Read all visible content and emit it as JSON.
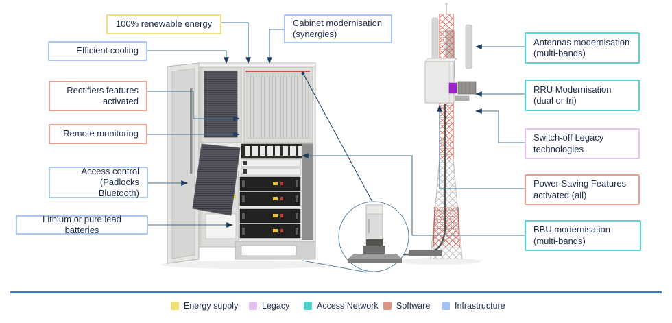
{
  "callouts": [
    {
      "label": "100% renewable energy",
      "category": "Energy supply"
    },
    {
      "label": "Efficient cooling",
      "category": "Infrastructure"
    },
    {
      "label": "Rectifiers features\nactivated",
      "category": "Software"
    },
    {
      "label": "Remote monitoring",
      "category": "Software"
    },
    {
      "label": "Access control\n(Padlocks Bluetooth)",
      "category": "Infrastructure"
    },
    {
      "label": "Lithium or pure lead batteries",
      "category": "Infrastructure"
    },
    {
      "label": "Cabinet modernisation\n(synergies)",
      "category": "Infrastructure"
    },
    {
      "label": "Antennas modernisation\n(multi-bands)",
      "category": "Access Network"
    },
    {
      "label": "RRU Modernisation\n(dual or tri)",
      "category": "Access Network"
    },
    {
      "label": "Switch-off Legacy\ntechnologies",
      "category": "Legacy"
    },
    {
      "label": "Power Saving Features\nactivated (all)",
      "category": "Software"
    },
    {
      "label": "BBU modernisation\n(multi-bands)",
      "category": "Access Network"
    }
  ],
  "legend": {
    "items": [
      {
        "label": "Energy supply",
        "color": "#efdd76"
      },
      {
        "label": "Legacy",
        "color": "#e2bdf0"
      },
      {
        "label": "Access Network",
        "color": "#4ed2cc"
      },
      {
        "label": "Software",
        "color": "#dc9384"
      },
      {
        "label": "Infrastructure",
        "color": "#a6c3f2"
      }
    ]
  },
  "colors": {
    "energy_supply": "#f2e180",
    "legacy": "#e7c4f4",
    "access_network": "#55d8d8",
    "software": "#e8a294",
    "infrastructure": "#abc8f5",
    "text": "#1c2b4d",
    "connector": "#45718e",
    "arrow": "#1d3d61",
    "divider": "#2f7cd8"
  }
}
